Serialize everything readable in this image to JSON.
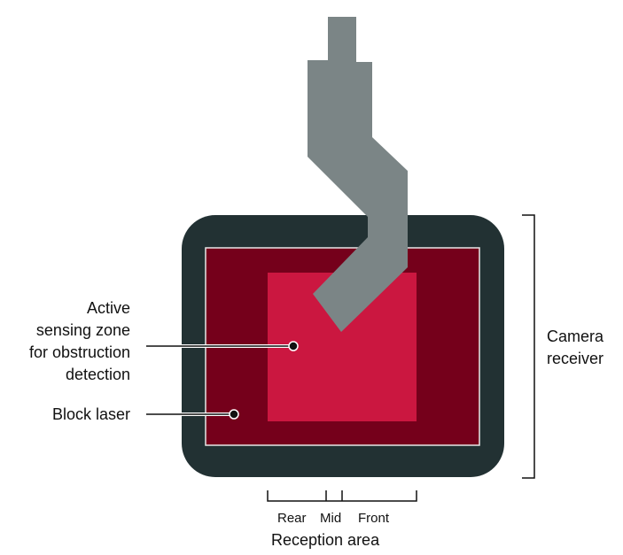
{
  "colors": {
    "housing": "#223133",
    "outer_zone": "#75001b",
    "inner_zone": "#cb1740",
    "arm": "#7b8586",
    "outline": "#e8e8e8",
    "text": "#111111"
  },
  "labels": {
    "active_zone": [
      "Active",
      "sensing zone",
      "for obstruction",
      "detection"
    ],
    "block_laser": "Block laser",
    "camera_receiver": [
      "Camera",
      "receiver"
    ],
    "reception_segments": [
      "Rear",
      "Mid",
      "Front"
    ],
    "reception_area": "Reception area"
  }
}
